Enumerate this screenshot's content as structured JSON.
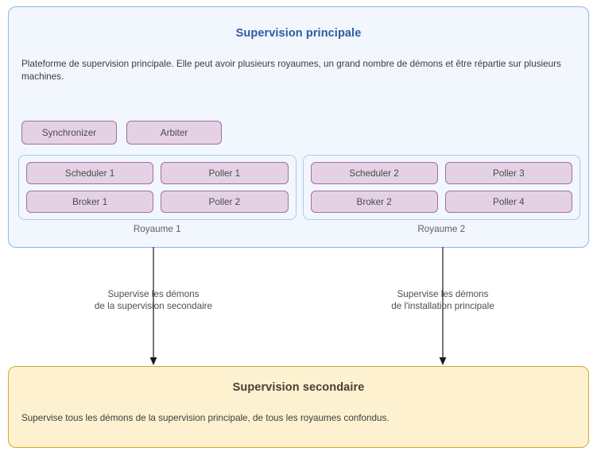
{
  "colors": {
    "primary_panel_bg": "#f2f6fd",
    "primary_panel_border": "#8cb4ee",
    "primary_title": "#2f5aa3",
    "realm_border": "#a8cbf0",
    "daemon_bg": "#e4d2e4",
    "daemon_border": "#a070a0",
    "secondary_panel_bg": "#fdf1d0",
    "secondary_panel_border": "#d4a92b",
    "secondary_title": "#4a3f33",
    "arrow": "#1a1a1a",
    "body_text": "#3d3d3d",
    "caption_text": "#5f5f5f"
  },
  "primary": {
    "title": "Supervision principale",
    "description": "Plateforme de supervision principale. Elle peut avoir plusieurs royaumes, un grand nombre de démons et être répartie sur plusieurs machines.",
    "global_daemons": [
      {
        "label": "Synchronizer"
      },
      {
        "label": "Arbiter"
      }
    ],
    "realms": [
      {
        "caption": "Royaume 1",
        "daemons": [
          {
            "label": "Scheduler 1"
          },
          {
            "label": "Poller 1"
          },
          {
            "label": "Broker 1"
          },
          {
            "label": "Poller 2"
          }
        ]
      },
      {
        "caption": "Royaume 2",
        "daemons": [
          {
            "label": "Scheduler 2"
          },
          {
            "label": "Poller 3"
          },
          {
            "label": "Broker 2"
          },
          {
            "label": "Poller 4"
          }
        ]
      }
    ]
  },
  "arrows": [
    {
      "label": "Supervise les démons\nde la supervision secondaire"
    },
    {
      "label": "Supervise les démons\nde l'installation principale"
    }
  ],
  "secondary": {
    "title": "Supervision secondaire",
    "description": "Supervise tous les démons de la supervision principale, de tous les royaumes confondus."
  }
}
